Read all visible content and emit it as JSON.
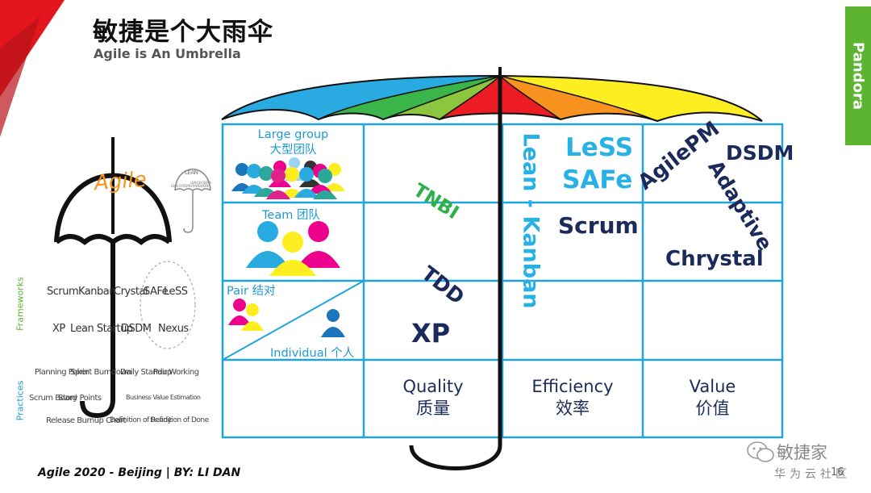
{
  "slide": {
    "title_cn": "敏捷是个大雨伞",
    "title_en": "Agile is An Umbrella",
    "footer": "Agile 2020 - Beijing | BY: LI DAN",
    "side_tab": "Pandora",
    "page_number": "16",
    "watermark_name": "敏捷家",
    "watermark_sub": "华为云社区"
  },
  "colors": {
    "grid": "#1fa5de",
    "dark_navy": "#1b2a5a",
    "light_blue": "#27b1e4",
    "green": "#2db24a",
    "canopy": [
      "#29abe2",
      "#39b54a",
      "#8cc63f",
      "#ed1c24",
      "#f7931e",
      "#fcee21"
    ]
  },
  "sketch": {
    "umbrella_label": "Agile",
    "frameworks_label": "Frameworks",
    "practices_label": "Practices",
    "frameworks": [
      "Scrum",
      "Kanban",
      "Crystal",
      "SAFe",
      "LeSS",
      "XP",
      "Lean Startup",
      "DSDM",
      "Nexus"
    ],
    "practices": [
      "Planning Poker",
      "Sprint Burndown",
      "Daily Standup",
      "Pair Working",
      "Scrum Board",
      "Story Points",
      "Business Value Estimation",
      "Release Burnup Chart",
      "Definition of Ready",
      "Definition of Done"
    ],
    "lean_label": "LEAN",
    "lean_sub1": "LEAN SYSTEMS FRAMEWORK",
    "lean_sub2": "LEAN SIX SIGMA"
  },
  "grid": {
    "rows": [
      {
        "label_en": "Large group",
        "label_cn": "大型团队"
      },
      {
        "label_en": "Team",
        "label_cn": "团队"
      },
      {
        "label_en": "Pair",
        "label_cn": "结对",
        "label2": "Individual 个人"
      }
    ],
    "columns": [
      {
        "label_en": "Quality",
        "label_cn": "质量"
      },
      {
        "label_en": "Efficiency",
        "label_cn": "效率"
      },
      {
        "label_en": "Value",
        "label_cn": "价值"
      }
    ]
  },
  "methods": {
    "tnbi": "TNBI",
    "tdd": "TDD",
    "xp": "XP",
    "lean_kanban": "Lean - Kanban",
    "less": "LeSS",
    "safe": "SAFe",
    "scrum": "Scrum",
    "agilepm": "AgilePM",
    "dsdm": "DSDM",
    "adaptive": "Adaptive",
    "chrystal": "Chrystal"
  }
}
